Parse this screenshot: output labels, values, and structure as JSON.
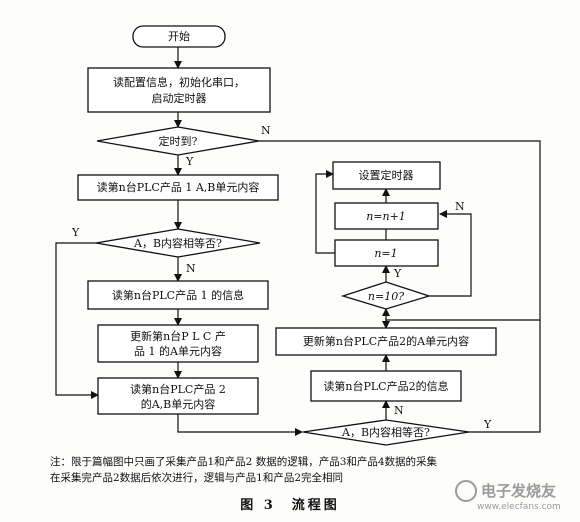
{
  "flowchart": {
    "nodes": {
      "start": "开始",
      "init_line1": "读配置信息，初始化串口，",
      "init_line2": "启动定时器",
      "timer_check": "定时到?",
      "read_ab_p1": "读第n台PLC产品 1 A,B单元内容",
      "ab_equal_1": "A，B内容相等否?",
      "read_info_p1": "读第n台PLC产品 1 的信息",
      "update_a_p1_line1": "更新第n台P L C 产",
      "update_a_p1_line2": "品 1 的A单元内容",
      "read_ab_p2_line1": "读第n台PLC产品 2",
      "read_ab_p2_line2": "的A,B单元内容",
      "set_timer": "设置定时器",
      "n_increment": "n=n+1",
      "n_reset": "n=1",
      "n_check": "n=10?",
      "update_a_p2": "更新第n台PLC产品2的A单元内容",
      "read_info_p2": "读第n台PLC产品2的信息",
      "ab_equal_2": "A，B内容相等否?"
    },
    "edge_labels": {
      "timer_no": "N",
      "timer_yes": "Y",
      "ab1_yes": "Y",
      "ab1_no": "N",
      "ncheck_yes": "Y",
      "ncheck_no": "N",
      "ab2_no": "N",
      "ab2_yes": "Y"
    }
  },
  "note": {
    "line1": "注：限于篇幅图中只画了采集产品1和产品2 数据的逻辑，产品3和产品4数据的采集",
    "line2": "在采集完产品2数据后依次进行，逻辑与产品1和产品2完全相同"
  },
  "caption": "图 3　流程图",
  "watermark": {
    "title": "电子发烧友",
    "url": "www.elecfans.com"
  }
}
